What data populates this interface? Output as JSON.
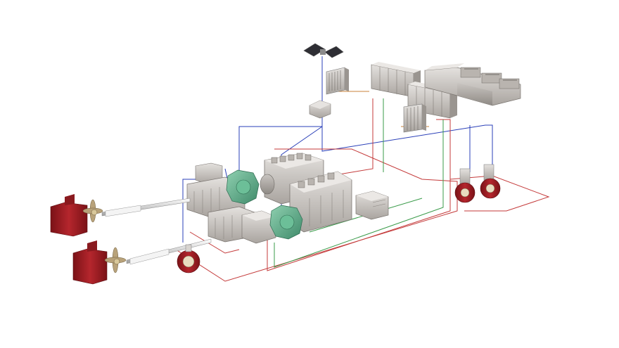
{
  "diagram": {
    "kind": "3d-isometric-propulsion-system-illustration",
    "has_text_labels": false,
    "colors": {
      "background": "#ffffff",
      "equipment_grey": "#cfcbc7",
      "equipment_dark": "#9f9a95",
      "gearbox_green": "#5fa98a",
      "rudder_red": "#9b1c22",
      "shaft": "#d8d8d8",
      "signal_line_blue": "#2a3fb8",
      "power_line_red": "#c43a3a",
      "control_line_green": "#3a9b4a",
      "data_line_orange": "#c8823a"
    },
    "components": [
      {
        "id": "satellite-antenna",
        "icon": "satellite-icon"
      },
      {
        "id": "control-cabinet-small",
        "icon": "cabinet-icon"
      },
      {
        "id": "junction-box",
        "icon": "box-icon"
      },
      {
        "id": "switchboard-upper",
        "icon": "switchboard-icon"
      },
      {
        "id": "switchboard-lower",
        "icon": "switchboard-icon"
      },
      {
        "id": "control-cabinet-lower",
        "icon": "cabinet-icon"
      },
      {
        "id": "generator-sets",
        "icon": "generator-icon"
      },
      {
        "id": "main-engine-port",
        "icon": "engine-icon"
      },
      {
        "id": "main-engine-starboard",
        "icon": "engine-icon"
      },
      {
        "id": "aux-engine-port",
        "icon": "engine-icon"
      },
      {
        "id": "aux-engine-starboard",
        "icon": "engine-icon"
      },
      {
        "id": "gearbox-port",
        "icon": "gearbox-icon"
      },
      {
        "id": "gearbox-starboard",
        "icon": "gearbox-icon"
      },
      {
        "id": "transformer-unit",
        "icon": "transformer-icon"
      },
      {
        "id": "transformer-small",
        "icon": "transformer-icon"
      },
      {
        "id": "propeller-shaft-port",
        "icon": "shaft-icon"
      },
      {
        "id": "propeller-shaft-starboard",
        "icon": "shaft-icon"
      },
      {
        "id": "rudder-port",
        "icon": "rudder-icon"
      },
      {
        "id": "rudder-starboard",
        "icon": "rudder-icon"
      },
      {
        "id": "tunnel-thruster-stern",
        "icon": "thruster-icon"
      },
      {
        "id": "bow-thruster-1",
        "icon": "thruster-icon"
      },
      {
        "id": "bow-thruster-2",
        "icon": "thruster-icon"
      }
    ]
  }
}
